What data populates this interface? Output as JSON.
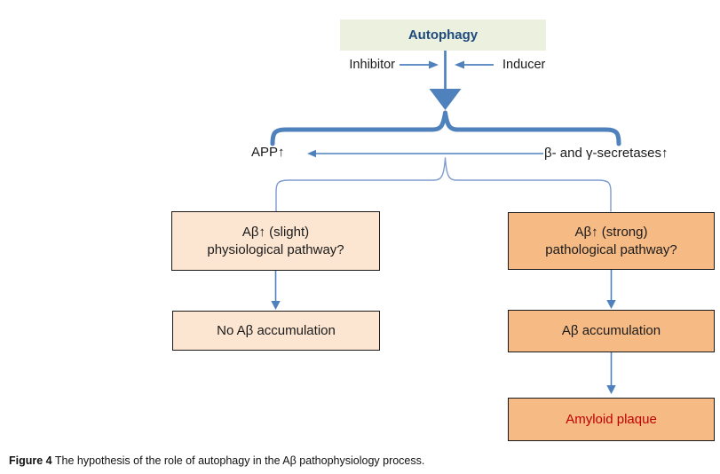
{
  "figure": {
    "title_box": {
      "label": "Autophagy"
    },
    "modulators": {
      "inhibitor": "Inhibitor",
      "inducer": "Inducer"
    },
    "mediators": {
      "app": "APP↑",
      "secretases": "β- and γ-secretases↑"
    },
    "left_pathway": {
      "step1_line1": "Aβ↑ (slight)",
      "step1_line2": "physiological pathway?",
      "step2": "No Aβ accumulation"
    },
    "right_pathway": {
      "step1_line1": "Aβ↑ (strong)",
      "step1_line2": "pathological pathway?",
      "step2": "Aβ accumulation",
      "step3": "Amyloid plaque"
    },
    "caption": {
      "prefix": "Figure 4",
      "text": " The hypothesis of the role of autophagy in the Aβ pathophysiology process."
    }
  },
  "colors": {
    "connector": "#4f81bd",
    "connector_light": "#7e9bcd",
    "title_box_bg": "#ebf1de",
    "title_text": "#1f497d",
    "light_box_bg": "#fce6d2",
    "dark_box_bg": "#f6ba85",
    "box_border": "#1a1a1a",
    "body_text": "#1a1a1a",
    "amyloid_text": "#c00000"
  }
}
